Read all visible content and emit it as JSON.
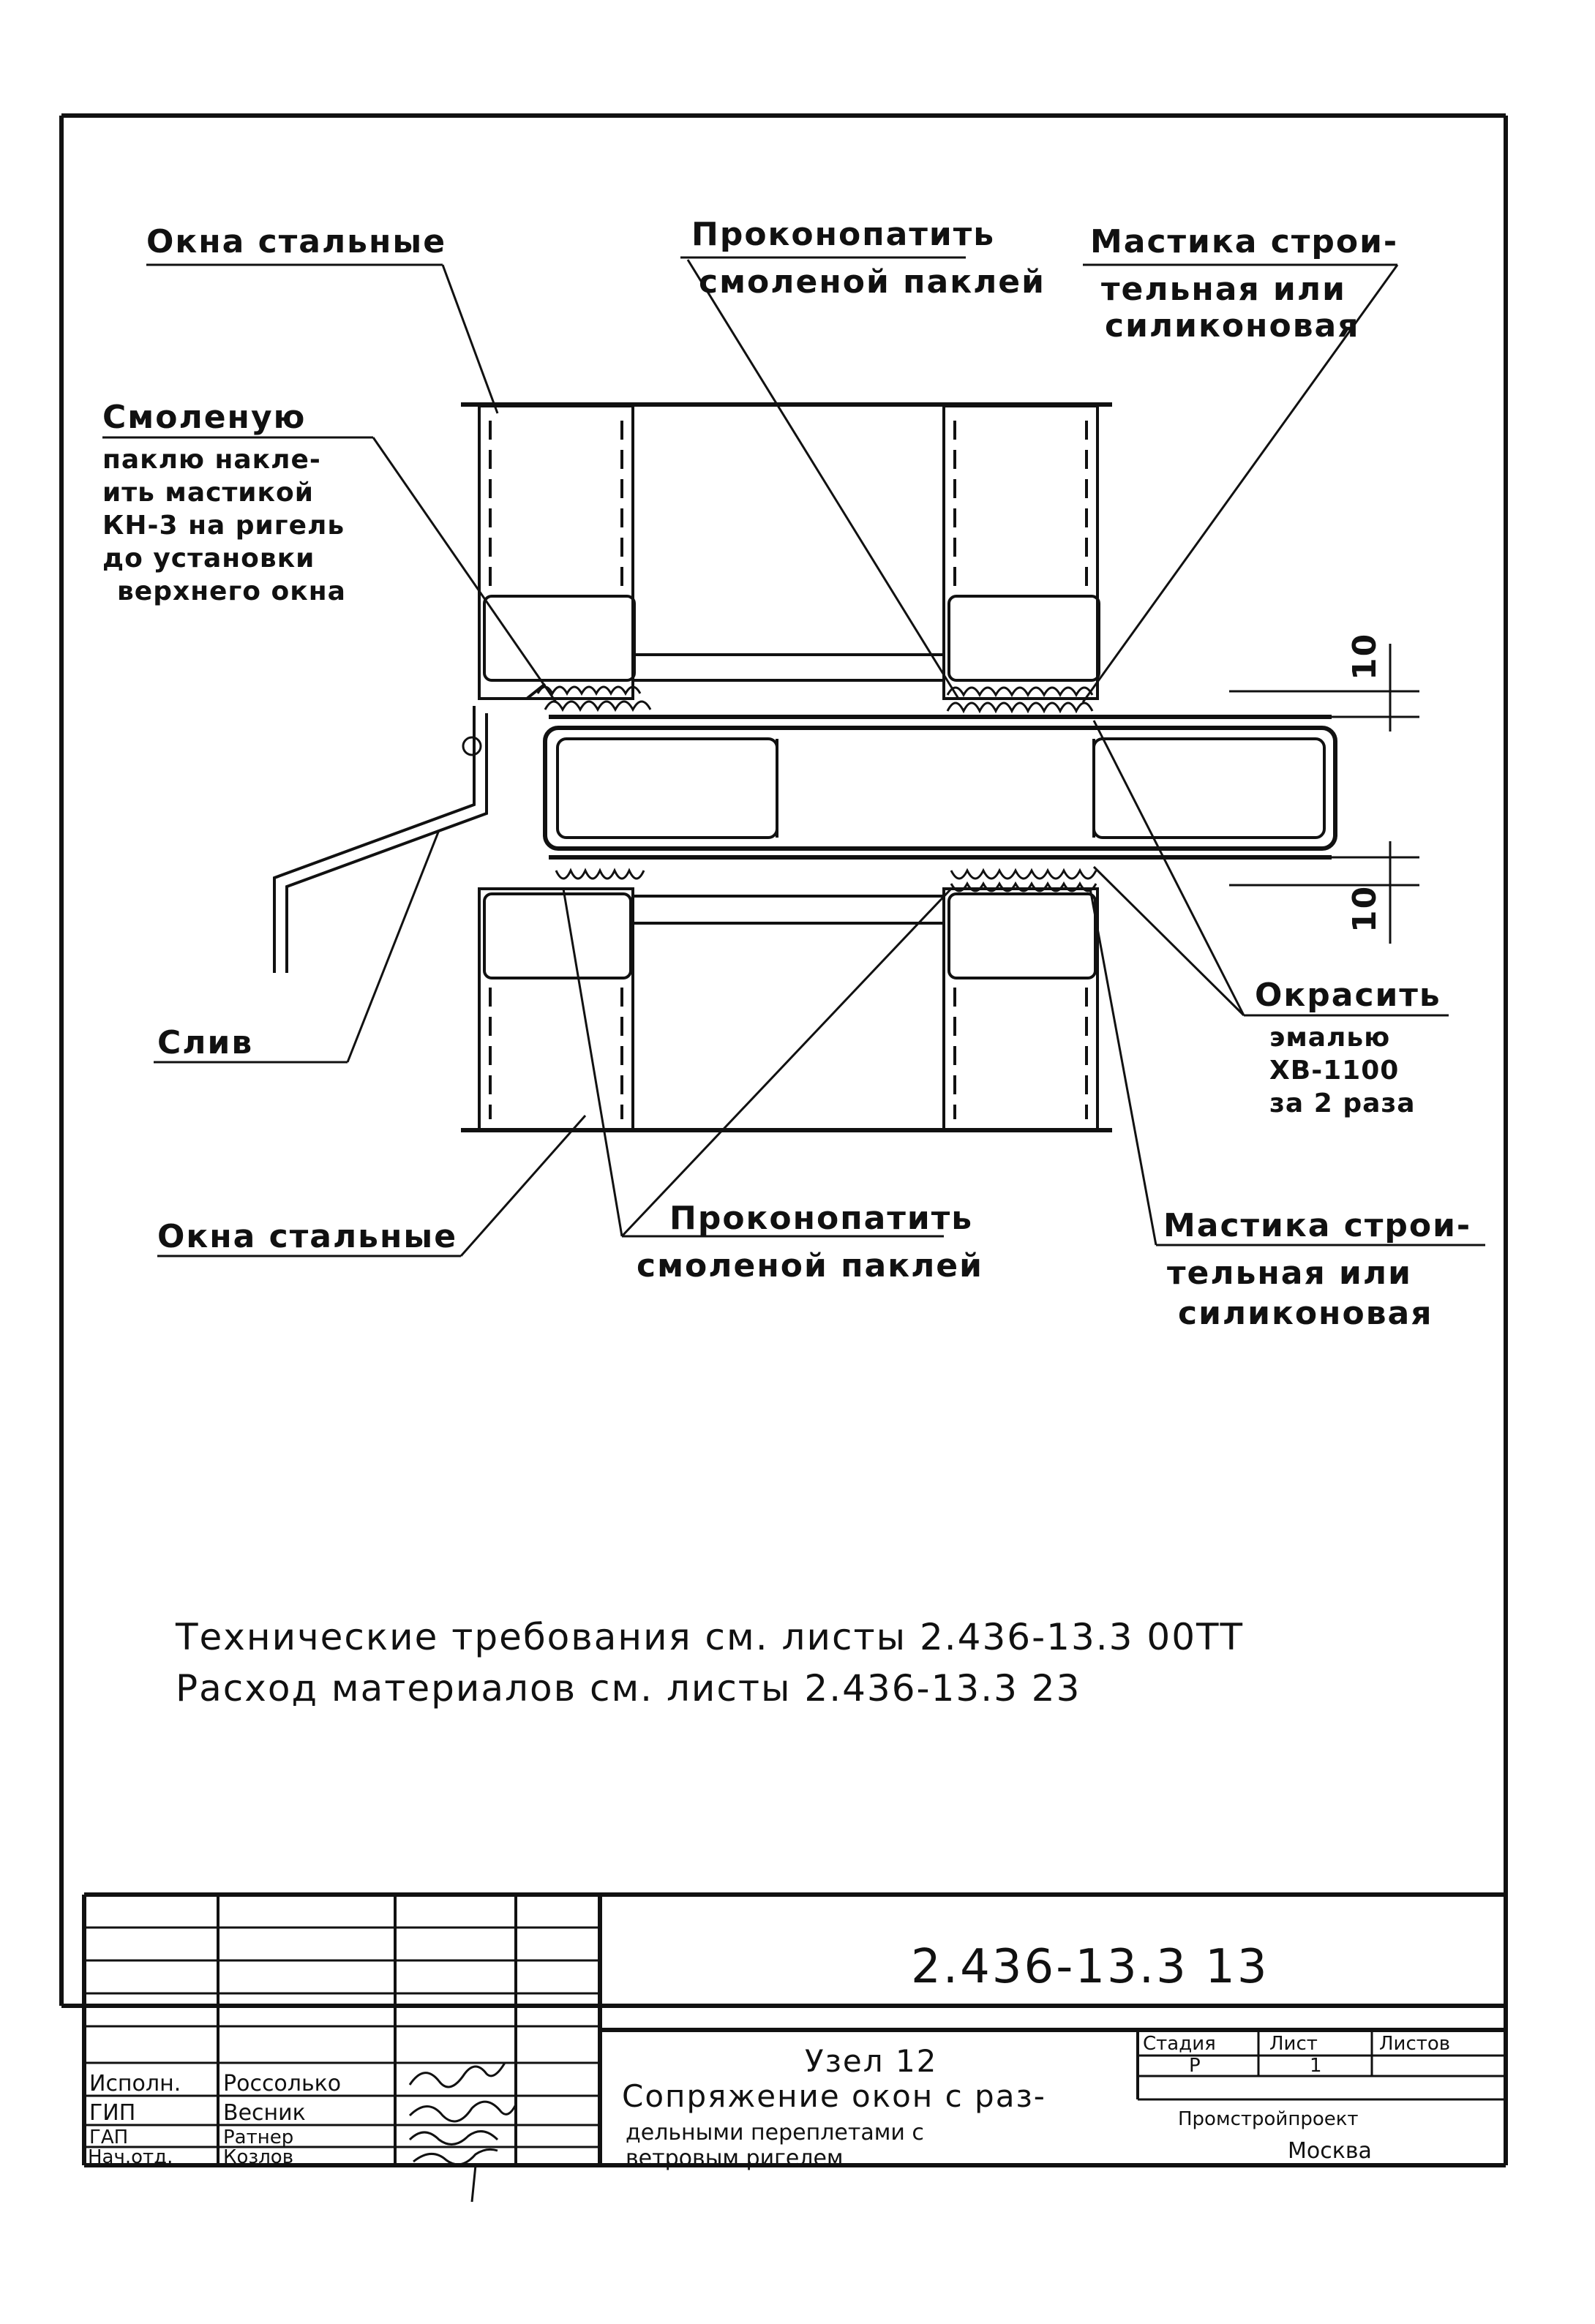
{
  "drawing": {
    "labels": {
      "windows_top": "Окна стальные",
      "caulk_top_line1": "Проконопатить",
      "caulk_top_line2": "смоленой паклей",
      "mastic_top_line1": "Мастика строи-",
      "mastic_top_line2": "тельная или",
      "mastic_top_line3": "силиконовая",
      "tow_line1": "Смоленую",
      "tow_line2": "паклю накле-",
      "tow_line3": "ить мастикой",
      "tow_line4": "КН-3 на ригель",
      "tow_line5": "до установки",
      "tow_line6": "верхнего окна",
      "drip": "Слив",
      "paint_line1": "Окрасить",
      "paint_line2": "эмалью",
      "paint_line3": "ХВ-1100",
      "paint_line4": "за 2 раза",
      "windows_bottom": "Окна стальные",
      "caulk_bottom_line1": "Проконопатить",
      "caulk_bottom_line2": "смоленой паклей",
      "mastic_bottom_line1": "Мастика строи-",
      "mastic_bottom_line2": "тельная или",
      "mastic_bottom_line3": "силиконовая"
    },
    "dimensions": {
      "gap_top": "10",
      "gap_bottom": "10"
    }
  },
  "notes": {
    "line1": "Технические требования см. листы 2.436-13.3 00ТТ",
    "line2": "Расход материалов см. листы 2.436-13.3 23"
  },
  "title_block": {
    "designation": "2.436-13.3 13",
    "node": "Узел 12",
    "title_line1": "Сопряжение окон с раз-",
    "title_line2": "дельными переплетами с",
    "title_line3": "ветровым ригелем",
    "stage_header": "Стадия",
    "sheet_header": "Лист",
    "sheets_header": "Листов",
    "stage": "Р",
    "sheet": "1",
    "organization": "Промстройпроект",
    "city": "Москва",
    "signatures": [
      {
        "role": "Исполн.",
        "name": "Россолько"
      },
      {
        "role": "ГИП",
        "name": "Весник"
      },
      {
        "role": "ГАП",
        "name": "Ратнер"
      },
      {
        "role": "Нач.отд.",
        "name": "Козлов"
      }
    ]
  }
}
